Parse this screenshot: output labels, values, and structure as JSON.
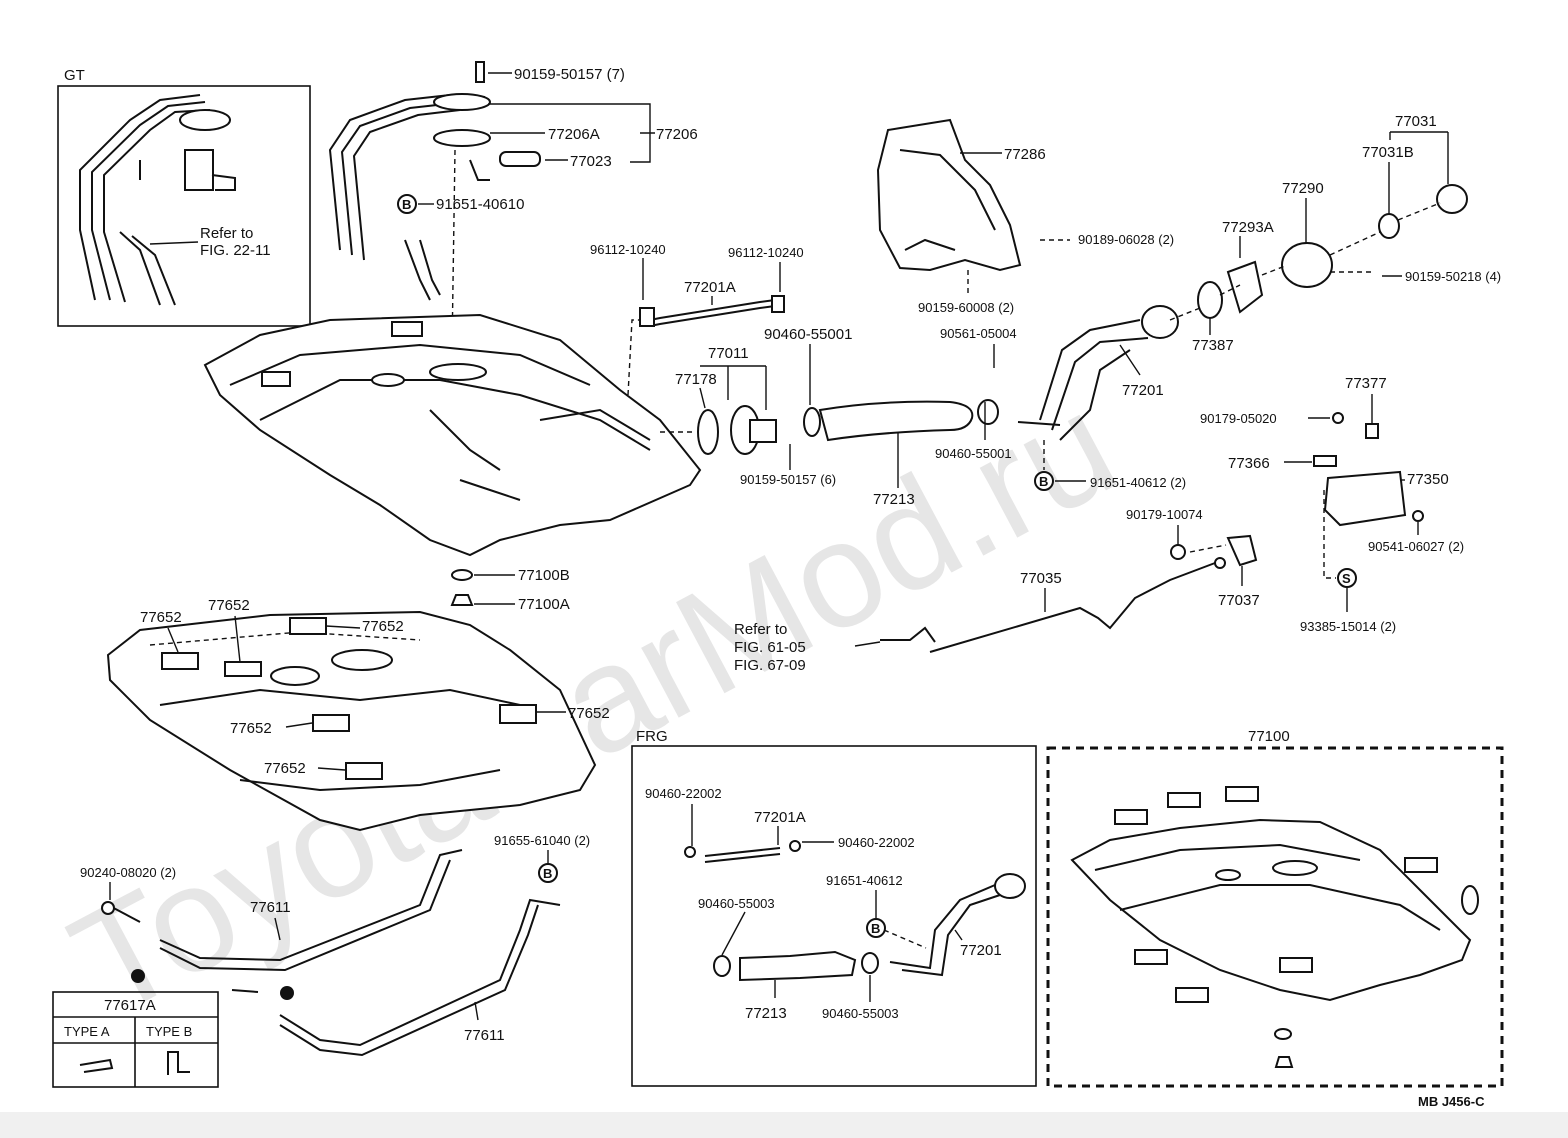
{
  "watermark": "ToyotaCarMod.ru",
  "figure_code": "MB J456-C",
  "insets": {
    "gt": "GT",
    "frg": "FRG",
    "refer_a": [
      "Refer to",
      "FIG. 22-11"
    ],
    "refer_b": [
      "Refer to",
      "FIG. 61-05",
      "FIG. 67-09"
    ],
    "table_title": "77617A",
    "type_a": "TYPE A",
    "type_b": "TYPE B"
  },
  "circle_marks": {
    "b": "B",
    "s": "S"
  },
  "labels": {
    "l90159_50157_7": "90159-50157 (7)",
    "l77206a": "77206A",
    "l77206": "77206",
    "l77023": "77023",
    "l91651_40610": "91651-40610",
    "l96112_10240_a": "96112-10240",
    "l96112_10240_b": "96112-10240",
    "l77201a": "77201A",
    "l90460_55001_a": "90460-55001",
    "l77011": "77011",
    "l77178": "77178",
    "l90159_50157_6": "90159-50157 (6)",
    "l77213": "77213",
    "l77286": "77286",
    "l90189_06028": "90189-06028 (2)",
    "l90159_60008": "90159-60008 (2)",
    "l90561_05004": "90561-05004",
    "l77201": "77201",
    "l90460_55001_b": "90460-55001",
    "l91651_40612_2": "91651-40612 (2)",
    "l77293a": "77293A",
    "l77387": "77387",
    "l77290": "77290",
    "l77031": "77031",
    "l77031b": "77031B",
    "l90159_50218": "90159-50218 (4)",
    "l77377": "77377",
    "l90179_05020": "90179-05020",
    "l77366": "77366",
    "l77350": "77350",
    "l90541_06027": "90541-06027 (2)",
    "l93385_15014": "93385-15014 (2)",
    "l90179_10074": "90179-10074",
    "l77037": "77037",
    "l77035": "77035",
    "l77100b": "77100B",
    "l77100a": "77100A",
    "l77652_1": "77652",
    "l77652_2": "77652",
    "l77652_3": "77652",
    "l77652_4": "77652",
    "l77652_5": "77652",
    "l77652_6": "77652",
    "l90240_08020": "90240-08020 (2)",
    "l91655_61040": "91655-61040 (2)",
    "l77611_a": "77611",
    "l77611_b": "77611",
    "l90460_22002_a": "90460-22002",
    "l77201a_frg": "77201A",
    "l90460_22002_b": "90460-22002",
    "l91651_40612_frg": "91651-40612",
    "l90460_55003_a": "90460-55003",
    "l77201_frg": "77201",
    "l77213_frg": "77213",
    "l90460_55003_b": "90460-55003",
    "l77100": "77100"
  }
}
